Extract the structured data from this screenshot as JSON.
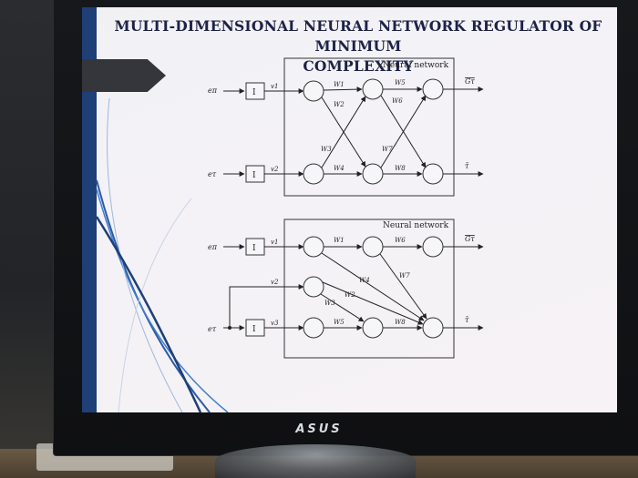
{
  "slide": {
    "title_line1": "Multi-dimensional neural network regulator of minimum",
    "title_line2": "complexity"
  },
  "diagram_top": {
    "box_label": "Neural network",
    "input_upper": "eπ",
    "input_lower": "eτ",
    "block_label": "I",
    "signal_upper": "v1",
    "signal_lower": "v2",
    "weights": [
      "W1",
      "W2",
      "W3",
      "W4",
      "W5",
      "W6",
      "W7",
      "W8"
    ],
    "output_upper": "Gτ",
    "output_lower": "τ̄"
  },
  "diagram_bottom": {
    "box_label": "Neural network",
    "input_upper": "eπ",
    "input_lower": "eτ",
    "block_label": "I",
    "signal_1": "v1",
    "signal_2": "v2",
    "signal_3": "v3",
    "weights": [
      "W1",
      "W2",
      "W3",
      "W4",
      "W5",
      "W6",
      "W7",
      "W8"
    ],
    "output_upper": "Gτ",
    "output_lower": "τ̄"
  },
  "monitor": {
    "brand": "ASUS"
  },
  "colors": {
    "title": "#1d2247",
    "accent": "#1f3f77",
    "lines": "#222222"
  }
}
